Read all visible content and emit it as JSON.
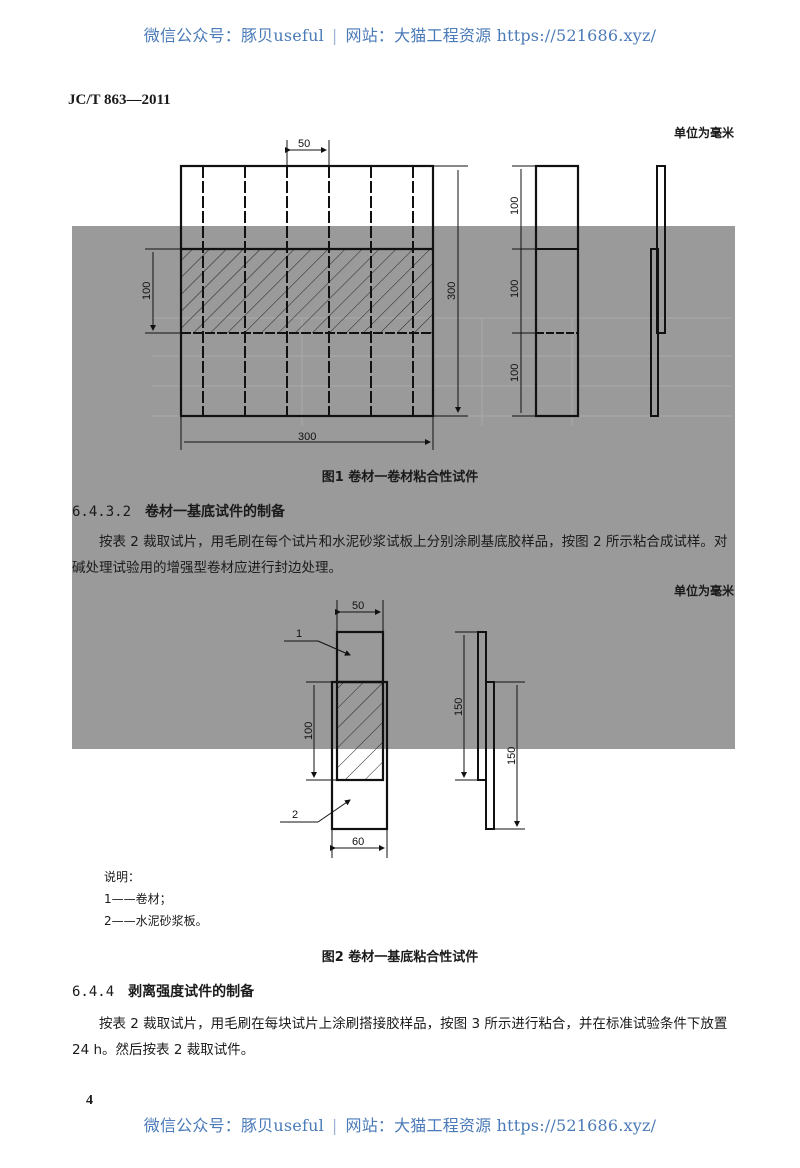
{
  "watermark": {
    "left": "微信公众号：豚贝useful",
    "separator": "|",
    "right": "网站：大猫工程资源 https://521686.xyz/"
  },
  "header": {
    "standard_code": "JC/T 863—2011"
  },
  "figure1": {
    "unit_note": "单位为毫米",
    "caption": "图1   卷材一卷材粘合性试件",
    "dimensions": {
      "strip_width": "50",
      "overlap_height": "100",
      "total_height": "300",
      "total_width": "300",
      "side_segments": [
        "100",
        "100",
        "100"
      ]
    }
  },
  "section_6432": {
    "number": "6.4.3.2",
    "title": "卷材一基底试件的制备",
    "paragraph": "按表 2 裁取试片，用毛刷在每个试片和水泥砂浆试板上分别涂刷基底胶样品，按图 2 所示粘合成试样。对碱处理试验用的增强型卷材应进行封边处理。"
  },
  "figure2": {
    "unit_note": "单位为毫米",
    "caption": "图2   卷材一基底粘合性试件",
    "callouts": [
      "1",
      "2"
    ],
    "dimensions": {
      "top_width": "50",
      "bottom_width": "60",
      "overlap_height": "100",
      "side_upper": "150",
      "side_lower": "150"
    },
    "legend_title": "说明：",
    "legend_items": [
      "1——卷材；",
      "2——水泥砂浆板。"
    ]
  },
  "section_644": {
    "number": "6.4.4",
    "title": "剥离强度试件的制备",
    "paragraph": "按表 2 裁取试片，用毛刷在每块试片上涂刷搭接胶样品，按图 3 所示进行粘合，并在标准试验条件下放置 24 h。然后按表 2 裁取试件。"
  },
  "footer": {
    "page_number": "4"
  },
  "colors": {
    "watermark_blue": "#4a7ab8",
    "overlay_grey": "#9a9a9a"
  }
}
